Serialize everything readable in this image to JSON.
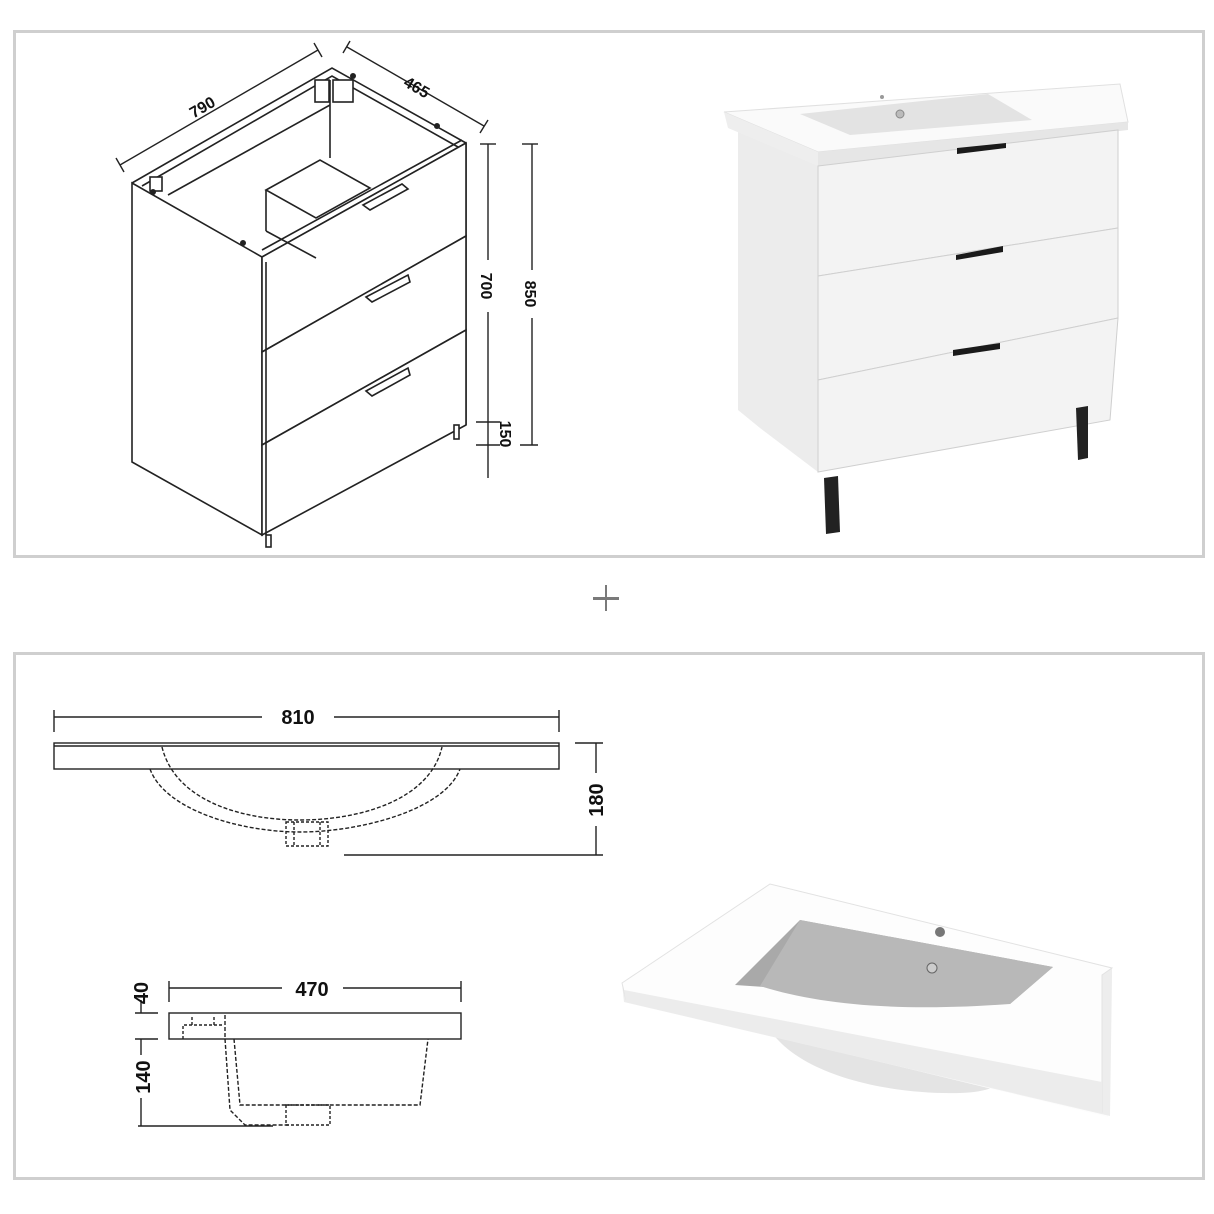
{
  "plus_sign": "+",
  "cabinet_drawing": {
    "width_label": "790",
    "depth_label": "465",
    "body_height_label": "700",
    "total_height_label": "850",
    "leg_height_label": "150"
  },
  "basin_front_drawing": {
    "width_label": "810",
    "height_label": "180"
  },
  "basin_side_drawing": {
    "depth_label": "470",
    "top_thickness_label": "40",
    "bowl_depth_label": "140"
  },
  "colors": {
    "panel_border": "#cfcfcf",
    "line": "#222222",
    "handle": "#1a1a1a",
    "cabinet_white": "#f2f2f2",
    "basin_gray": "#a9a9a9"
  }
}
